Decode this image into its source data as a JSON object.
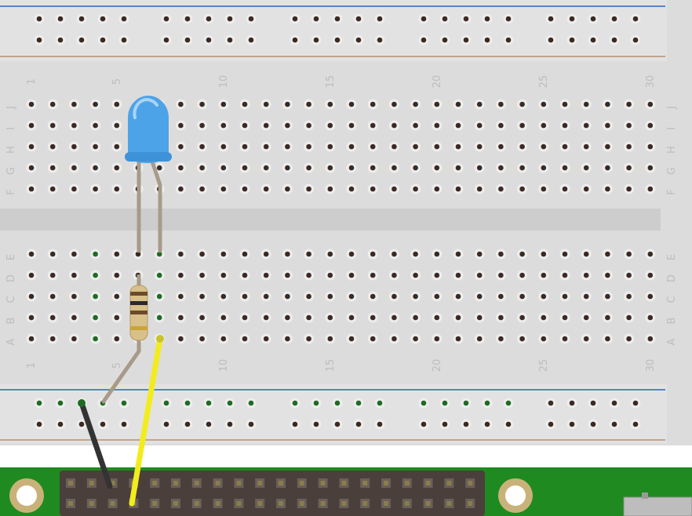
{
  "breadboard": {
    "column_numbers": [
      "1",
      "5",
      "10",
      "15",
      "20",
      "25",
      "30"
    ],
    "row_letters_top": [
      "J",
      "I",
      "H",
      "G",
      "F"
    ],
    "row_letters_bottom": [
      "E",
      "D",
      "C",
      "B",
      "A"
    ]
  },
  "components": {
    "led": {
      "color_name": "blue",
      "body_color": "#4da3e8"
    },
    "resistor": {
      "body_color": "#d8c08a"
    }
  },
  "wires": [
    {
      "name": "ground-wire",
      "color": "#333333"
    },
    {
      "name": "signal-wire",
      "color": "#f2ec1e"
    }
  ],
  "colors": {
    "board": "#dcdcdc",
    "rail_blue": "#2a66b8",
    "rail_brown": "#b89070",
    "hole": "#3a2a22",
    "hole_connected": "#1e6b22",
    "pcb": "#1f8a1f",
    "header": "#4a3f3b"
  }
}
